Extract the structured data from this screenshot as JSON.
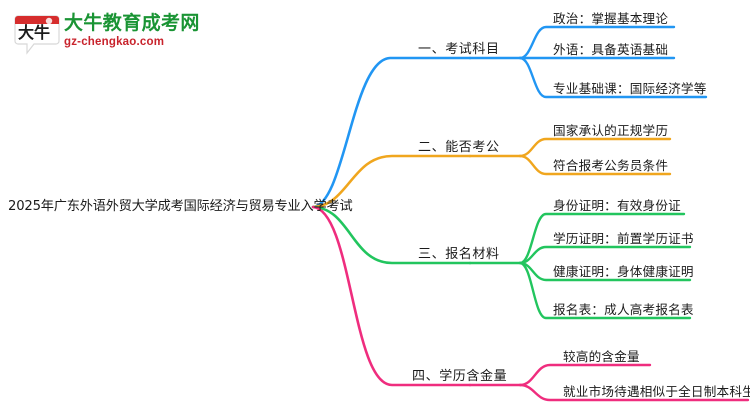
{
  "logo": {
    "mark_text": "大牛",
    "cn_name": "大牛教育成考网",
    "domain": "gz-chengkao.com",
    "cn_color": "#1a9434",
    "domain_color": "#c8232c",
    "mark_color": "#d62d2d"
  },
  "mindmap": {
    "root": {
      "label": "2025年广东外语外贸大学成考国际经济与贸易专业入学考试"
    },
    "branches": [
      {
        "id": "branch-1",
        "label": "一、考试科目",
        "color": "#2196f3",
        "children": [
          {
            "label": "政治：掌握基本理论"
          },
          {
            "label": "外语：具备英语基础"
          },
          {
            "label": "专业基础课：国际经济学等"
          }
        ]
      },
      {
        "id": "branch-2",
        "label": "二、能否考公",
        "color": "#f0a61e",
        "children": [
          {
            "label": "国家承认的正规学历"
          },
          {
            "label": "符合报考公务员条件"
          }
        ]
      },
      {
        "id": "branch-3",
        "label": "三、报名材料",
        "color": "#22c55e",
        "children": [
          {
            "label": "身份证明：有效身份证"
          },
          {
            "label": "学历证明：前置学历证书"
          },
          {
            "label": "健康证明：身体健康证明"
          },
          {
            "label": "报名表：成人高考报名表"
          }
        ]
      },
      {
        "id": "branch-4",
        "label": "四、学历含金量",
        "color": "#ef2d7e",
        "children": [
          {
            "label": "较高的含金量"
          },
          {
            "label": "就业市场待遇相似于全日制本科生"
          }
        ]
      }
    ]
  }
}
